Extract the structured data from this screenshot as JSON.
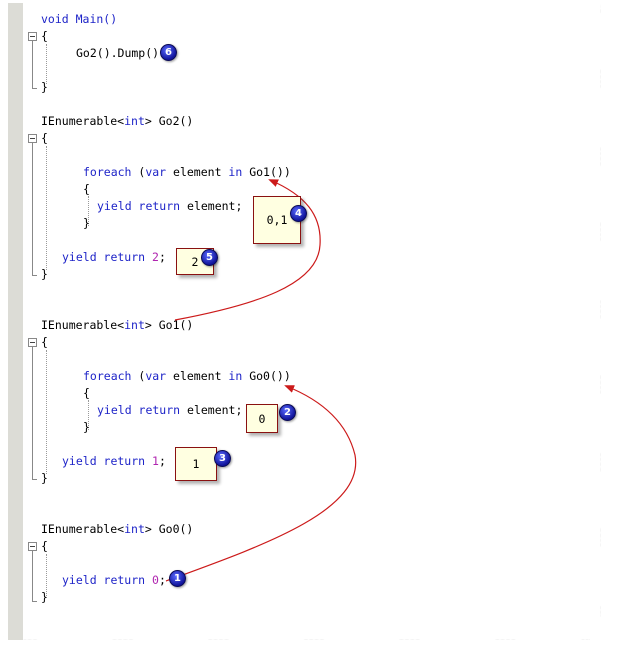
{
  "code": {
    "main_sig": "void Main()",
    "main_open": "{",
    "main_body": "Go2().Dump()",
    "main_close": "}",
    "go2_sig_type": "IEnumerable<",
    "go2_sig_int": "int",
    "go2_sig_name": "> Go2()",
    "go2_open": "{",
    "go2_foreach_kw": "foreach",
    "go2_foreach_open": " (",
    "go2_foreach_var": "var",
    "go2_foreach_element": " element ",
    "go2_foreach_in": "in",
    "go2_foreach_call": " Go1())",
    "go2_inner_open": "{",
    "go2_yield": "yield return",
    "go2_yield_rest": " element;",
    "go2_inner_close": "}",
    "go2_yield2": "yield return",
    "go2_value": "2",
    "go2_semicolon": ";",
    "go2_close": "}",
    "go1_sig_type": "IEnumerable<",
    "go1_sig_int": "int",
    "go1_sig_name": "> Go1()",
    "go1_open": "{",
    "go1_foreach_kw": "foreach",
    "go1_foreach_open": " (",
    "go1_foreach_var": "var",
    "go1_foreach_element": " element ",
    "go1_foreach_in": "in",
    "go1_foreach_call": " Go0())",
    "go1_inner_open": "{",
    "go1_yield": "yield return",
    "go1_yield_rest": " element;",
    "go1_inner_close": "}",
    "go1_yield2": "yield return",
    "go1_value": "1",
    "go1_semicolon": ";",
    "go1_close": "}",
    "go0_sig_type": "IEnumerable<",
    "go0_sig_int": "int",
    "go0_sig_name": "> Go0()",
    "go0_open": "{",
    "go0_yield": "yield return",
    "go0_value": "0",
    "go0_semicolon": ";",
    "go0_close": "}"
  },
  "notes": {
    "note_go2_loop": "0,1",
    "note_go2_yield": "2",
    "note_go1_loop": "0",
    "note_go1_yield": "1"
  },
  "badges": {
    "b1": "1",
    "b2": "2",
    "b3": "3",
    "b4": "4",
    "b5": "5",
    "b6": "6"
  },
  "colors": {
    "keyword": "#1e24c8",
    "number": "#b025b0",
    "arrow": "#cc1a1a",
    "note_bg": "#ffffe1",
    "badge": "#10139a",
    "gutter": "#dcdcd6"
  }
}
